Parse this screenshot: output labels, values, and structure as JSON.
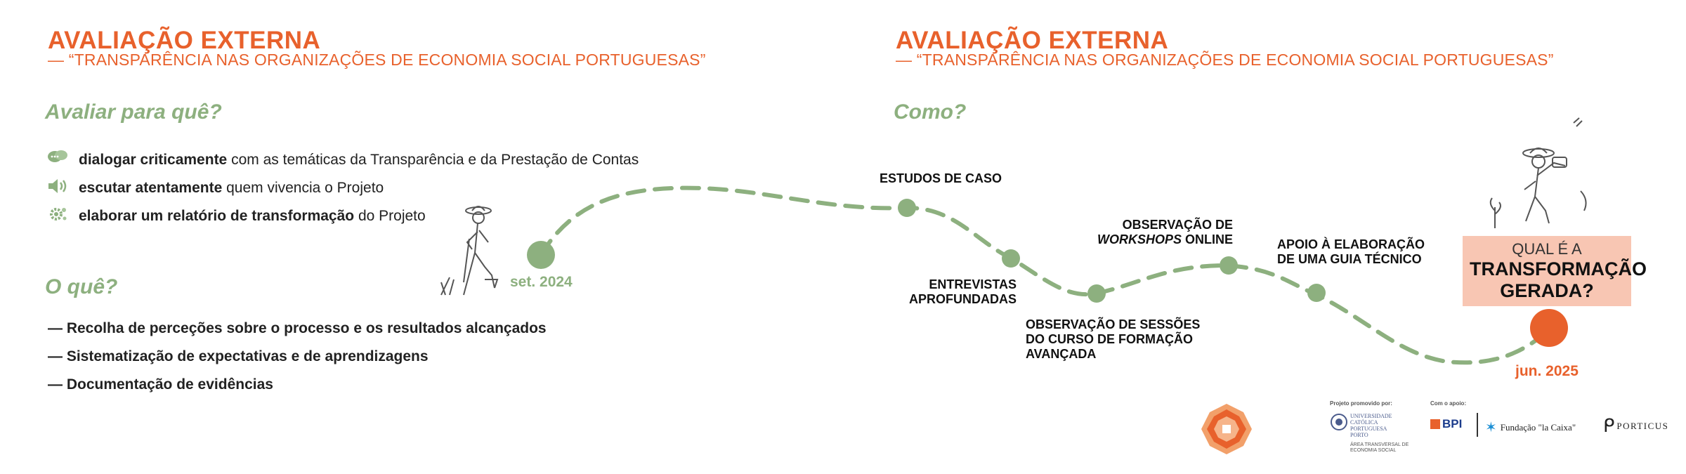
{
  "left": {
    "title": "AVALIAÇÃO EXTERNA",
    "subtitle": "— “TRANSPARÊNCIA NAS ORGANIZAÇÕES DE ECONOMIA SOCIAL PORTUGUESAS”",
    "why_heading": "Avaliar para quê?",
    "bullets": [
      {
        "bold": "dialogar criticamente",
        "rest": " com as temáticas da Transparência e da Prestação de Contas",
        "icon": "chat-bubbles-icon"
      },
      {
        "bold": "escutar atentamente",
        "rest": " quem vivencia o Projeto",
        "icon": "speaker-icon"
      },
      {
        "bold": "elaborar um relatório de transformação",
        "rest": " do Projeto",
        "icon": "gear-icon"
      }
    ],
    "what_heading": "O quê?",
    "what_items": [
      "— Recolha de perceções sobre o processo e os resultados alcançados",
      "— Sistematização de expectativas e de aprendizagens",
      "— Documentação de evidências"
    ]
  },
  "right": {
    "title": "AVALIAÇÃO EXTERNA",
    "subtitle": "— “TRANSPARÊNCIA NAS ORGANIZAÇÕES DE ECONOMIA SOCIAL PORTUGUESAS”",
    "how_heading": "Como?"
  },
  "timeline": {
    "start_date": "set. 2024",
    "end_date": "jun. 2025",
    "steps": {
      "estudos": "ESTUDOS DE CASO",
      "entrevistas_1": "ENTREVISTAS",
      "entrevistas_2": "APROFUNDADAS",
      "sessoes_1": "OBSERVAÇÃO DE SESSÕES",
      "sessoes_2": "DO CURSO DE FORMAÇÃO",
      "sessoes_3": "AVANÇADA",
      "workshops_1": "OBSERVAÇÃO DE",
      "workshops_em": "WORKSHOPS",
      "workshops_rest": " ONLINE",
      "guia_1": "APOIO À ELABORAÇÃO",
      "guia_2": "DE UMA GUIA TÉCNICO"
    },
    "question_line1": "QUAL É A",
    "question_line2": "TRANSFORMAÇÃO",
    "question_line3": "GERADA?",
    "colors": {
      "path": "#8db07f",
      "accent": "#e8612c",
      "banner": "#f8c6b3"
    }
  },
  "footer": {
    "promoted_by": "Projeto promovido por:",
    "support": "Com o apoio:",
    "ucp_1": "UNIVERSIDADE",
    "ucp_2": "CATÓLICA",
    "ucp_3": "PORTUGUESA",
    "ucp_4": "PORTO",
    "ucp_5": "ÁREA TRANSVERSAL DE",
    "ucp_6": "ECONOMIA SOCIAL",
    "bpi": "BPI",
    "lacaixa": "Fundação \"la Caixa\"",
    "porticus": "PORTICUS"
  }
}
